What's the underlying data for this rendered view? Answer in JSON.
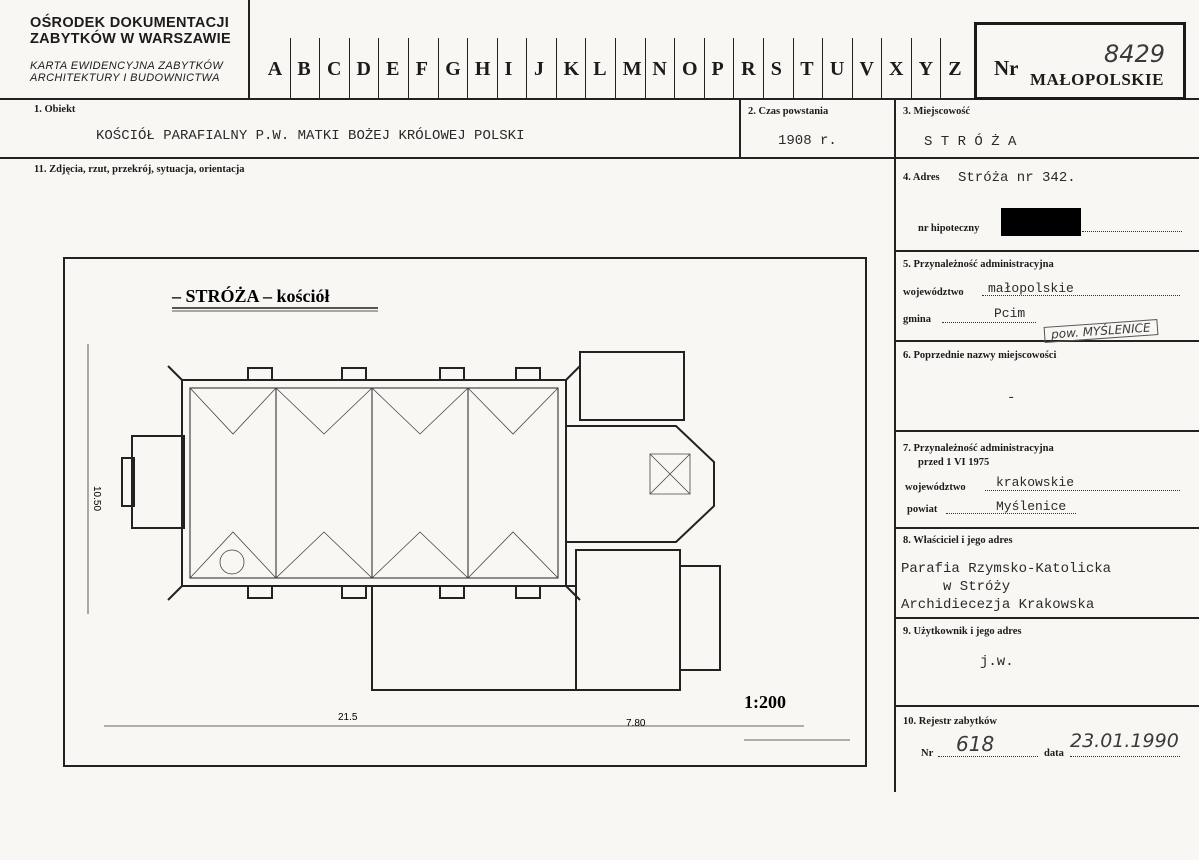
{
  "header": {
    "org_line1": "OŚRODEK DOKUMENTACJI",
    "org_line2": "ZABYTKÓW W WARSZAWIE",
    "card_line1": "KARTA EWIDENCYJNA ZABYTKÓW",
    "card_line2": "ARCHITEKTURY I BUDOWNICTWA",
    "letters": [
      "A",
      "B",
      "C",
      "D",
      "E",
      "F",
      "G",
      "H",
      "I",
      "J",
      "K",
      "L",
      "M",
      "N",
      "O",
      "P",
      "R",
      "S",
      "T",
      "U",
      "V",
      "X",
      "Y",
      "Z"
    ],
    "nr_label": "Nr",
    "nr_value": "8429",
    "region": "MAŁOPOLSKIE"
  },
  "fields": {
    "obiekt_label": "1. Obiekt",
    "obiekt_value": "KOŚCIÓŁ  PARAFIALNY P.W. MATKI BOŻEJ KRÓLOWEJ POLSKI",
    "czas_label": "2. Czas powstania",
    "czas_value": "1908 r.",
    "miejscowosc_label": "3. Miejscowość",
    "miejscowosc_value": "S T R Ó Ż A",
    "zdjecia_label": "11. Zdjęcia, rzut, przekrój, sytuacja, orientacja",
    "adres_label": "4. Adres",
    "adres_value": "Stróża nr 342.",
    "hipoteczny_label": "nr hipoteczny",
    "przyn_label": "5. Przynależność administracyjna",
    "woj_label": "województwo",
    "woj_value": "małopolskie",
    "gmina_label": "gmina",
    "gmina_value": "Pcim",
    "pow_value": "pow. MYŚLENICE",
    "poprzednie_label": "6. Poprzednie nazwy miejscowości",
    "poprzednie_value": "-",
    "przyn75_label": "7. Przynależność administracyjna",
    "przyn75_sub": "przed 1 VI 1975",
    "woj75_label": "województwo",
    "woj75_value": "krakowskie",
    "powiat75_label": "powiat",
    "powiat75_value": "Myślenice",
    "wlasciciel_label": "8. Właściciel i jego adres",
    "wlasciciel_line1": "Parafia Rzymsko-Katolicka",
    "wlasciciel_line2": "w Stróży",
    "wlasciciel_line3": "Archidiecezja Krakowska",
    "uzytkownik_label": "9. Użytkownik i jego adres",
    "uzytkownik_value": "j.w.",
    "rejestr_label": "10. Rejestr zabytków",
    "rejestr_nr_label": "Nr",
    "rejestr_nr_value": "618",
    "rejestr_data_label": "data",
    "rejestr_data_value": "23.01.1990"
  },
  "drawing": {
    "title": "– STRÓŻA – kościół",
    "dim_length": "21.5",
    "dim_width": "10.50",
    "dim_vestry": "7.80",
    "scale": "1:200"
  }
}
